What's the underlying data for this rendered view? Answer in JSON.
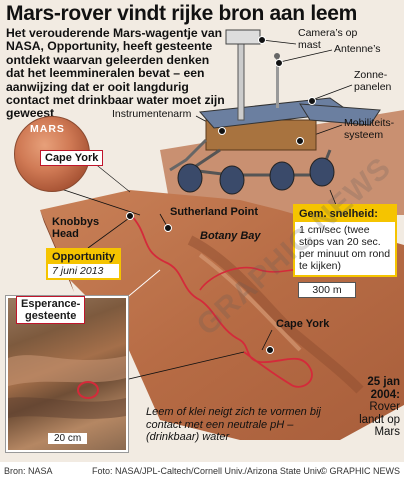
{
  "title": "Mars-rover vindt rijke bron aan leem",
  "intro": "Het verouderende Mars-wagentje van NASA, Opportunity, heeft gesteente ontdekt waarvan geleerden denken dat het leemmineralen bevat – een aanwijzing dat er ooit langdurig contact met drinkbaar water moet zijn geweest",
  "rover_labels": {
    "cameras": "Camera’s op mast",
    "antennas": "Antenne’s",
    "solar": "Zonne-panelen",
    "instrument_arm": "Instrumentenarm",
    "mobility": "Mobiliteits-systeem"
  },
  "inset": {
    "mars": "MARS",
    "cape_york": "Cape York"
  },
  "map_labels": {
    "knobbys_head": "Knobbys Head",
    "sutherland_point": "Sutherland Point",
    "botany_bay": "Botany Bay",
    "cape_york": "Cape York"
  },
  "opportunity": {
    "name": "Opportunity",
    "date": "7 juni 2013"
  },
  "speed": {
    "header": "Gem. snelheid:",
    "text": "1 cm/sec (twee stops van 20 sec. per minuut om rond te kijken)"
  },
  "scale_map": "300 m",
  "esperance": {
    "line1": "Esperance-",
    "line2": "gesteente"
  },
  "scale_photo": "20 cm",
  "caption": "Leem of klei neigt zich te vormen bij contact met een neutrale pH – (drinkbaar) water",
  "landing": {
    "date": "25 jan 2004:",
    "text": "Rover landt op Mars"
  },
  "watermark": "GRAPHIC NEWS",
  "footer": {
    "source": "Bron: NASA",
    "photo": "Foto: NASA/JPL-Caltech/Cornell Univ./Arizona State Univ.",
    "credit": "© GRAPHIC NEWS"
  },
  "colors": {
    "accent": "#f5c400",
    "route": "#d42a3a",
    "terrain": "#b86a45"
  }
}
